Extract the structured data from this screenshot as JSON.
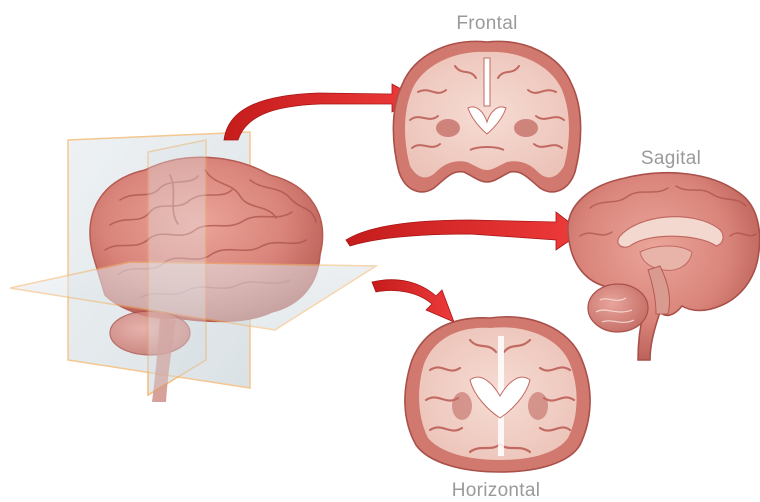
{
  "labels": {
    "frontal": "Frontal",
    "sagital": "Sagital",
    "horizontal": "Horizontal"
  },
  "colors": {
    "brain_tissue": "#d9847a",
    "brain_tissue_dark": "#b65a52",
    "section_fill": "#f2d2c9",
    "plane_fill": "#dfe6ea",
    "plane_edge": "#f2b46a",
    "arrow": "#d92424",
    "label_text": "#9a9a9a"
  }
}
